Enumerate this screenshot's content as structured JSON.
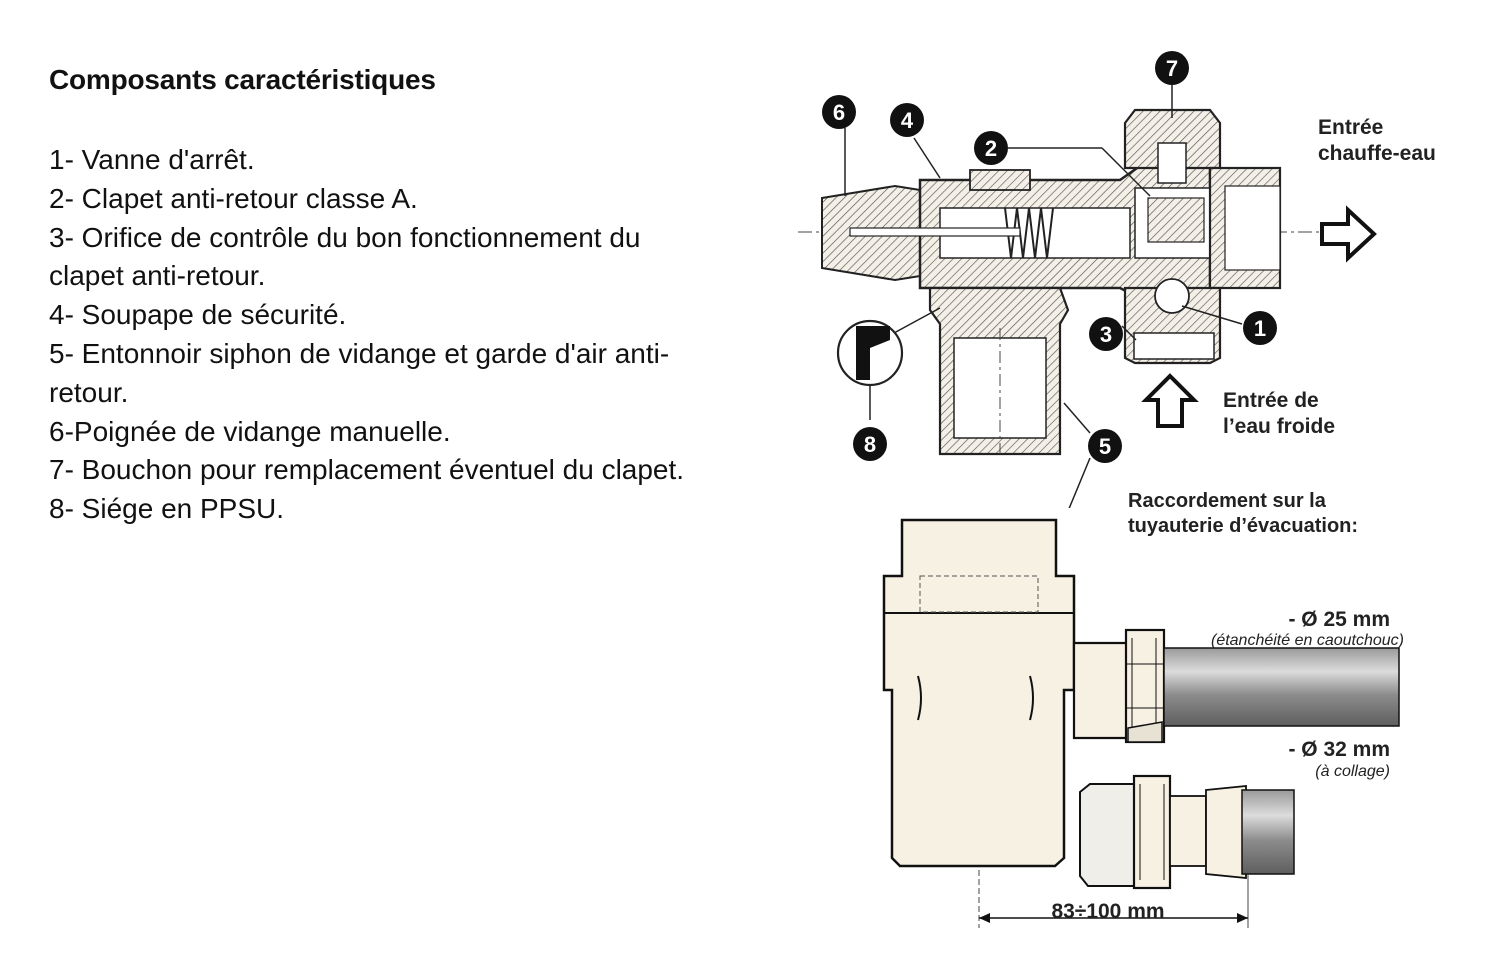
{
  "heading": "Composants caractéristiques",
  "components": [
    "1- Vanne d'arrêt.",
    "2- Clapet anti-retour classe A.",
    "3- Orifice de contrôle du bon fonctionnement du clapet anti-retour.",
    "4- Soupape de sécurité.",
    "5- Entonnoir siphon de vidange et garde d'air anti-retour.",
    "6-Poignée de vidange manuelle.",
    "7- Bouchon pour remplacement éventuel du clapet.",
    "8- Siége en PPSU."
  ],
  "diagram": {
    "callouts": [
      "1",
      "2",
      "3",
      "4",
      "5",
      "6",
      "7",
      "8"
    ],
    "outlet_label_line1": "Entrée",
    "outlet_label_line2": "chauffe-eau",
    "inlet_label_line1": "Entrée de",
    "inlet_label_line2": "l’eau froide",
    "connection_title_line1": "Raccordement sur la",
    "connection_title_line2": "tuyauterie d’évacuation:",
    "pipe25_label": "- Ø 25 mm",
    "pipe25_note": "(étanchéité en caoutchouc)",
    "pipe32_label": "- Ø 32 mm",
    "pipe32_note": "(à collage)",
    "dimension_label": "83÷100 mm"
  }
}
